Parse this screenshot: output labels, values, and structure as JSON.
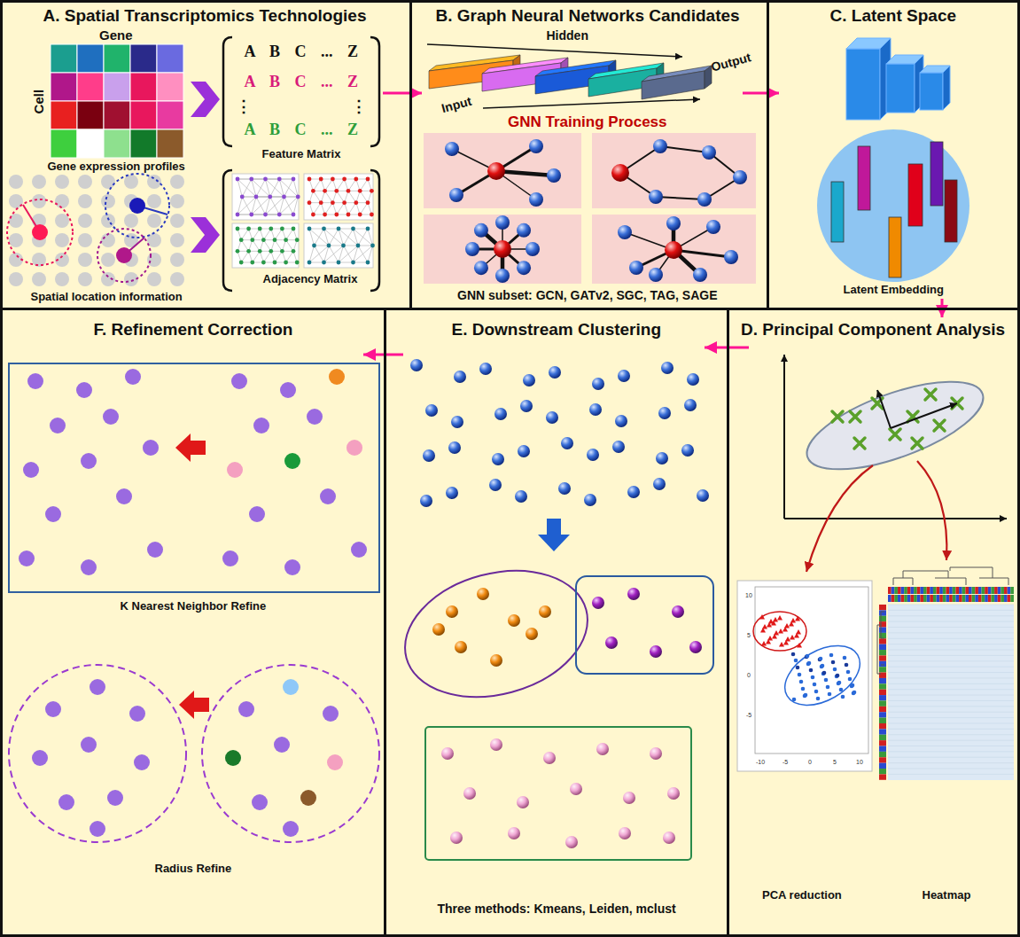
{
  "diagram": {
    "nodes": [
      {
        "text": [
          "A. Spatial Transcriptomics Technologies",
          "Gene",
          "Cell",
          "Gene expression profiles",
          "A B C ... Z",
          "A B C ... Z",
          "⋮",
          "⋮",
          "A B C ... Z",
          "Feature Matrix",
          "Spatial location information",
          "Adjacency Matrix"
        ]
      },
      {
        "text": [
          "B. Graph Neural Networks Candidates",
          "Hidden",
          "Output",
          "Input",
          "GNN Training Process",
          "GNN subset: GCN, GATv2, SGC, TAG, SAGE"
        ]
      },
      {
        "text": [
          "C. Latent Space",
          "Latent Embedding"
        ]
      },
      {
        "text": [
          "D. Principal Component Analysis",
          "PCA reduction",
          "Heatmap"
        ]
      },
      {
        "text": [
          "E. Downstream Clustering",
          "Three methods: Kmeans, Leiden, mclust"
        ]
      },
      {
        "text": [
          "F. Refinement Correction",
          "K Nearest Neighbor Refine",
          "Radius Refine"
        ]
      }
    ],
    "edges": [
      {
        "from": 0,
        "to": 1,
        "arrow": "to"
      },
      {
        "from": 1,
        "to": 2,
        "arrow": "to"
      },
      {
        "from": 2,
        "to": 3,
        "arrow": "to"
      },
      {
        "from": 3,
        "to": 4,
        "arrow": "to"
      },
      {
        "from": 4,
        "to": 5,
        "arrow": "to"
      }
    ],
    "labels": [
      "10",
      "5",
      "0",
      "-5",
      "-10",
      "-5",
      "0",
      "5",
      "10"
    ]
  }
}
